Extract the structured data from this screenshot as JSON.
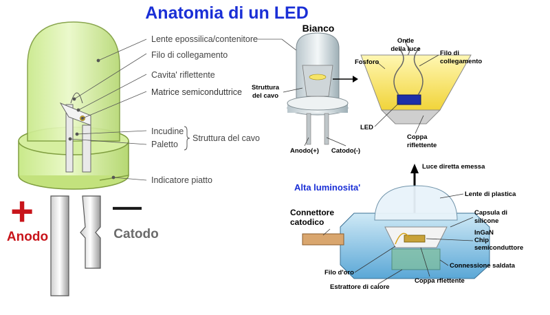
{
  "title": "Anatomia di un LED",
  "colors": {
    "title": "#1a2fd6",
    "plus": "#c8141a",
    "minus": "#1a1a1a",
    "anodo": "#c8141a",
    "catodo": "#6b6b6b",
    "led_body": "#d9f2a6",
    "led_stroke": "#7f9e3f",
    "hb_title": "#1a2fd6"
  },
  "left": {
    "labels": {
      "lente": "Lente epossilica/contenitore",
      "filo": "Filo di collegamento",
      "cavita": "Cavita' riflettente",
      "matrice": "Matrice semiconduttrice",
      "incudine": "Incudine",
      "paletto": "Paletto",
      "struttura": "Struttura del cavo",
      "indicatore": "Indicatore piatto"
    },
    "plus": "+",
    "minus": "—",
    "anodo": "Anodo",
    "catodo": "Catodo"
  },
  "white": {
    "title": "Bianco",
    "struttura_1": "Struttura",
    "struttura_2": "del cavo",
    "anodo": "Anodo(+)",
    "catodo": "Catodo(-)",
    "onde_1": "Onde",
    "onde_2": "della luce",
    "fosforo": "Fosforo",
    "filo_1": "Filo di",
    "filo_2": "collegamento",
    "led": "LED",
    "coppa_1": "Coppa",
    "coppa_2": "riflettente"
  },
  "hb": {
    "title": "Alta luminosita'",
    "luce": "Luce diretta emessa",
    "lente": "Lente di plastica",
    "capsula_1": "Capsula di",
    "capsula_2": "silicone",
    "ingan_1": "InGaN",
    "ingan_2": "Chip",
    "ingan_3": "semiconduttore",
    "connettore_1": "Connettore",
    "connettore_2": "catodico",
    "connessione": "Connessione saldata",
    "filo_oro": "Filo d'oro",
    "coppa": "Coppa rflettente",
    "estrattore": "Estrattore di calore"
  }
}
